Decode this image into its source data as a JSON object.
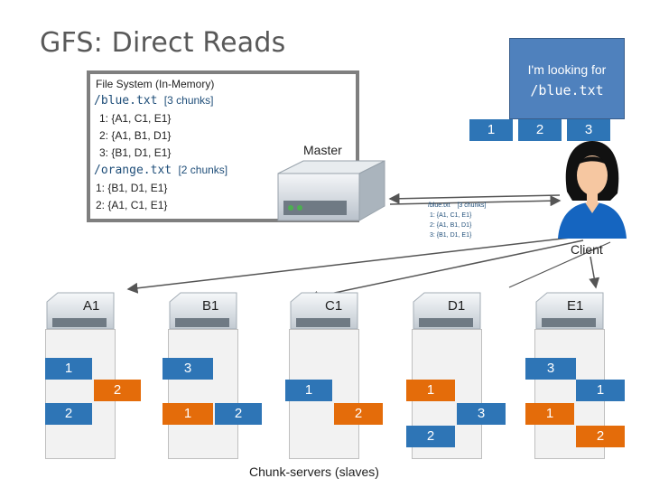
{
  "title": "GFS: Direct Reads",
  "filesystem": {
    "heading": "File System (In-Memory)",
    "files": [
      {
        "name": "/blue.txt",
        "count": "[3 chunks]",
        "chunks": [
          "1: {A1, C1, E1}",
          "2: {A1, B1, D1}",
          "3: {B1, D1, E1}"
        ]
      },
      {
        "name": "/orange.txt",
        "count": "[2 chunks]",
        "chunks": [
          "1: {B1, D1, E1}",
          "2: {A1, C1, E1}"
        ]
      }
    ]
  },
  "master": {
    "label": "Master"
  },
  "client": {
    "label": "Client",
    "callout_line1": "I'm looking for",
    "callout_line2": "/blue.txt",
    "requested_chunks": [
      "1",
      "2",
      "3"
    ],
    "cache": {
      "name": "/blue.txt",
      "count": "[3 chunks]",
      "chunks": [
        "1: {A1, C1, E1}",
        "2: {A1, B1, D1}",
        "3: {B1, D1, E1}"
      ]
    }
  },
  "servers": [
    {
      "label": "A1",
      "cells": [
        {
          "text": "1",
          "color": "blue"
        },
        {
          "text": "2",
          "color": "orange"
        },
        {
          "text": "2",
          "color": "blue"
        }
      ]
    },
    {
      "label": "B1",
      "cells": [
        {
          "text": "3",
          "color": "blue"
        },
        {
          "text": "1",
          "color": "orange"
        },
        {
          "text": "2",
          "color": "blue"
        }
      ]
    },
    {
      "label": "C1",
      "cells": [
        {
          "text": "1",
          "color": "blue"
        },
        {
          "text": "2",
          "color": "orange"
        }
      ]
    },
    {
      "label": "D1",
      "cells": [
        {
          "text": "1",
          "color": "orange"
        },
        {
          "text": "3",
          "color": "blue"
        },
        {
          "text": "2",
          "color": "blue"
        }
      ]
    },
    {
      "label": "E1",
      "cells": [
        {
          "text": "3",
          "color": "blue"
        },
        {
          "text": "1",
          "color": "blue"
        },
        {
          "text": "1",
          "color": "orange"
        },
        {
          "text": "2",
          "color": "orange"
        }
      ]
    }
  ],
  "footer": "Chunk-servers (slaves)",
  "colors": {
    "blue_chunk": "#2e75b6",
    "orange_chunk": "#e46c0a",
    "callout": "#4f81bd",
    "title": "#595959"
  }
}
